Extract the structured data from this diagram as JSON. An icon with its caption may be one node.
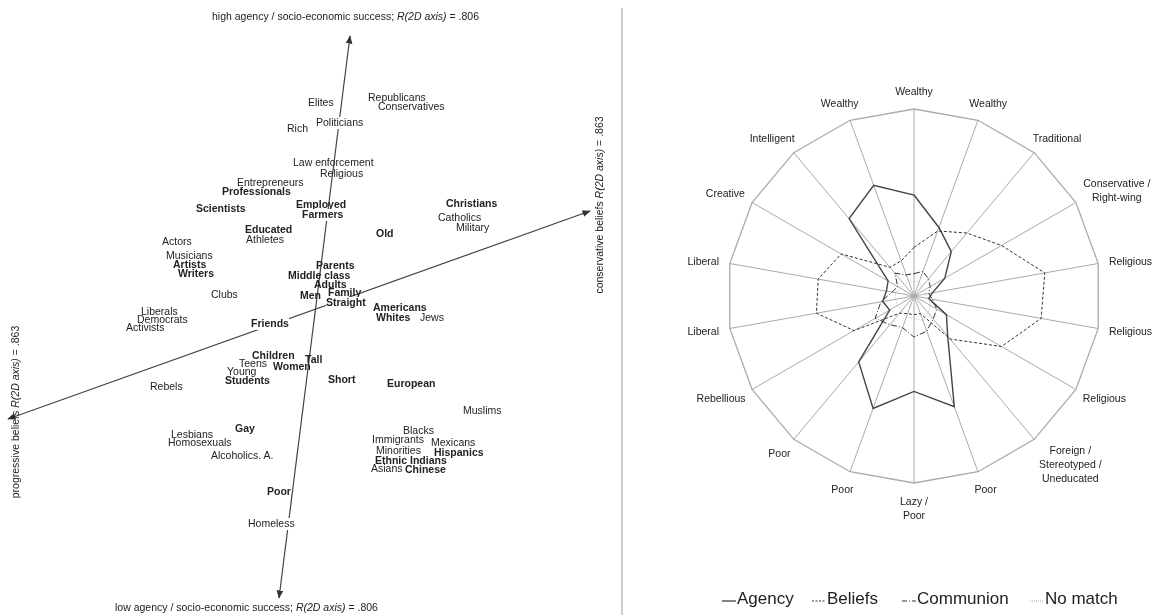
{
  "diagram": {
    "labels": [
      "high agency / socio-economic success; *R(2D axis)* = .806",
      "Elites",
      "Republicans",
      "Conservatives",
      "Rich",
      "Politicians",
      "Law enforcement",
      "Religious",
      "conservative beliefs *R(2D axis)* = .863",
      "Entrepreneurs",
      "Professionals",
      "Scientists",
      "Employed",
      "Farmers",
      "Christians",
      "Catholics",
      "Educated",
      "Old",
      "Military",
      "Actors",
      "Athletes",
      "Musicians",
      "Artists",
      "Writers",
      "Parents",
      "Middle class",
      "Adults",
      "Clubs",
      "Men",
      "Family",
      "Straight",
      "Americans",
      "Liberals",
      "Democrats",
      "Activists",
      "Whites",
      "Jews",
      "Friends",
      "progressive beliefs *R(2D axis)* = .863",
      "Children",
      "Teens",
      "Women",
      "Tall",
      "Young",
      "Students",
      "Rebels",
      "Short",
      "European",
      "Muslims",
      "Lesbians",
      "Gay",
      "Blacks",
      "Homosexuals",
      "Immigrants",
      "Mexicans",
      "Alcoholics. A.",
      "Minorities",
      "Hispanics",
      "Ethnic",
      "Indians",
      "Asians",
      "Chinese",
      "Poor",
      "Homeless",
      "low agency / socio-economic success; *R(2D axis)* = .806",
      "Wealthy",
      "Wealthy",
      "Traditional",
      "Conservative / Right-wing",
      "Religious",
      "Religious",
      "Religious",
      "Foreign / Stereotyped / Uneducated",
      "Poor",
      "Lazy / Poor",
      "Poor",
      "Poor",
      "Rebellious",
      "Liberal",
      "Liberal",
      "Creative",
      "Intelligent",
      "Wealthy"
    ],
    "legend": [
      {
        "text": "Agency"
      },
      {
        "text": "Beliefs"
      },
      {
        "text": "Communion"
      },
      {
        "text": "No match"
      }
    ]
  }
}
